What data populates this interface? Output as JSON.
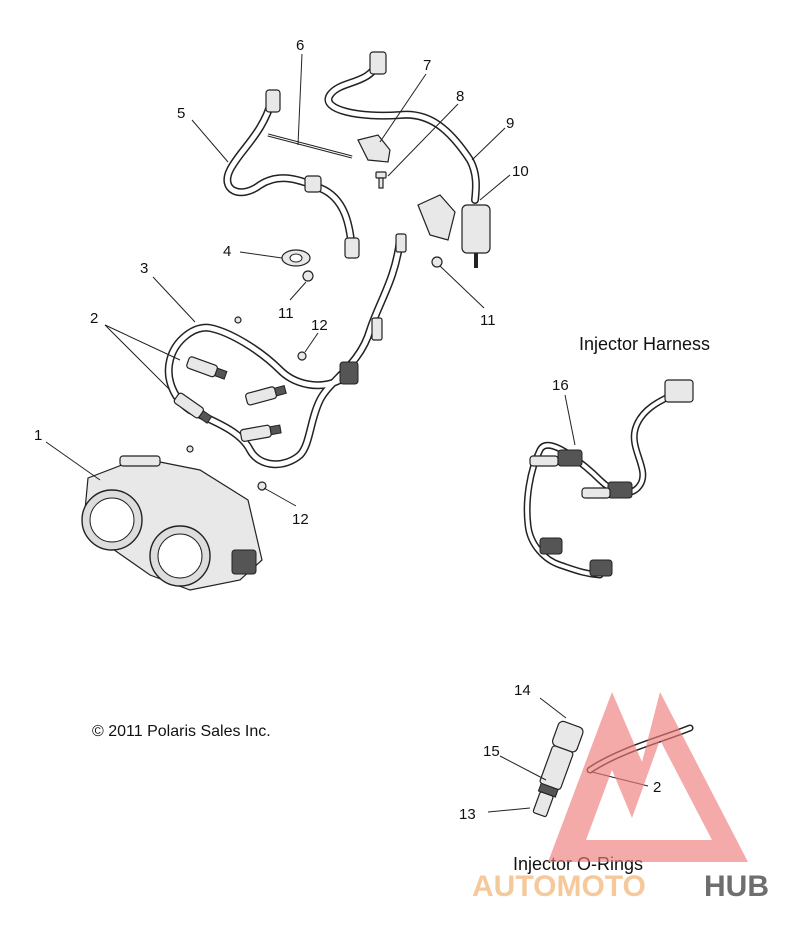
{
  "headings": {
    "injector_harness": "Injector Harness",
    "injector_orings": "Injector O-Rings"
  },
  "copyright": "© 2011 Polaris Sales Inc.",
  "callouts": {
    "c1": "1",
    "c2a": "2",
    "c2b": "2",
    "c3": "3",
    "c4": "4",
    "c5": "5",
    "c6": "6",
    "c7": "7",
    "c8": "8",
    "c9": "9",
    "c10": "10",
    "c11a": "11",
    "c11b": "11",
    "c12a": "12",
    "c12b": "12",
    "c13": "13",
    "c14": "14",
    "c15": "15",
    "c16": "16"
  },
  "watermark": {
    "part1": "AUTOMOTO",
    "part2": "HUB",
    "color_primary": "#f07a7a",
    "color_accent": "#f5c08a",
    "color_dark": "#555555"
  }
}
